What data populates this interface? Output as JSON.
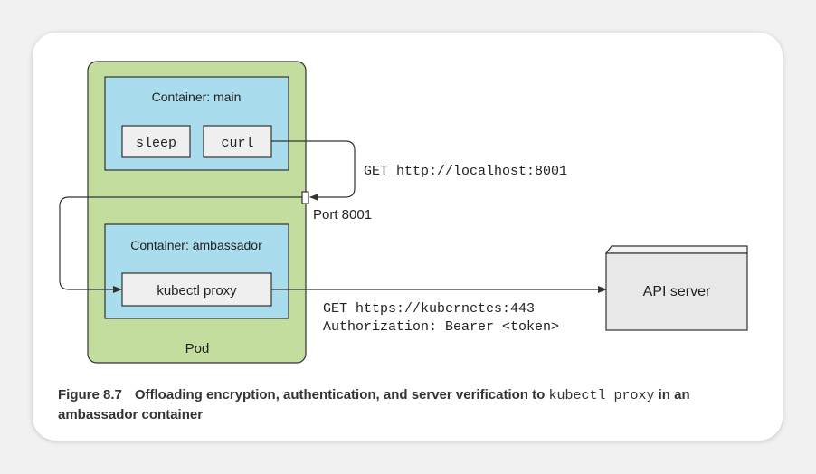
{
  "diagram": {
    "pod_label": "Pod",
    "container_main_label": "Container: main",
    "sleep_label": "sleep",
    "curl_label": "curl",
    "get_localhost": "GET http://localhost:8001",
    "port_label": "Port 8001",
    "container_ambassador_label": "Container: ambassador",
    "kubectl_proxy_label": "kubectl proxy",
    "get_kubernetes": "GET https://kubernetes:443",
    "authorization": "Authorization: Bearer <token>",
    "api_server_label": "API server",
    "colors": {
      "pod_fill": "#c2dd9e",
      "container_fill": "#a9dcec",
      "box_fill": "#efefef",
      "api_fill": "#e8e8e8",
      "stroke": "#333333"
    }
  },
  "caption": {
    "figure_number": "Figure 8.7",
    "text_before": "Offloading encryption, authentication, and server verification to ",
    "code": "kubectl proxy",
    "text_after": " in an ambassador container"
  }
}
